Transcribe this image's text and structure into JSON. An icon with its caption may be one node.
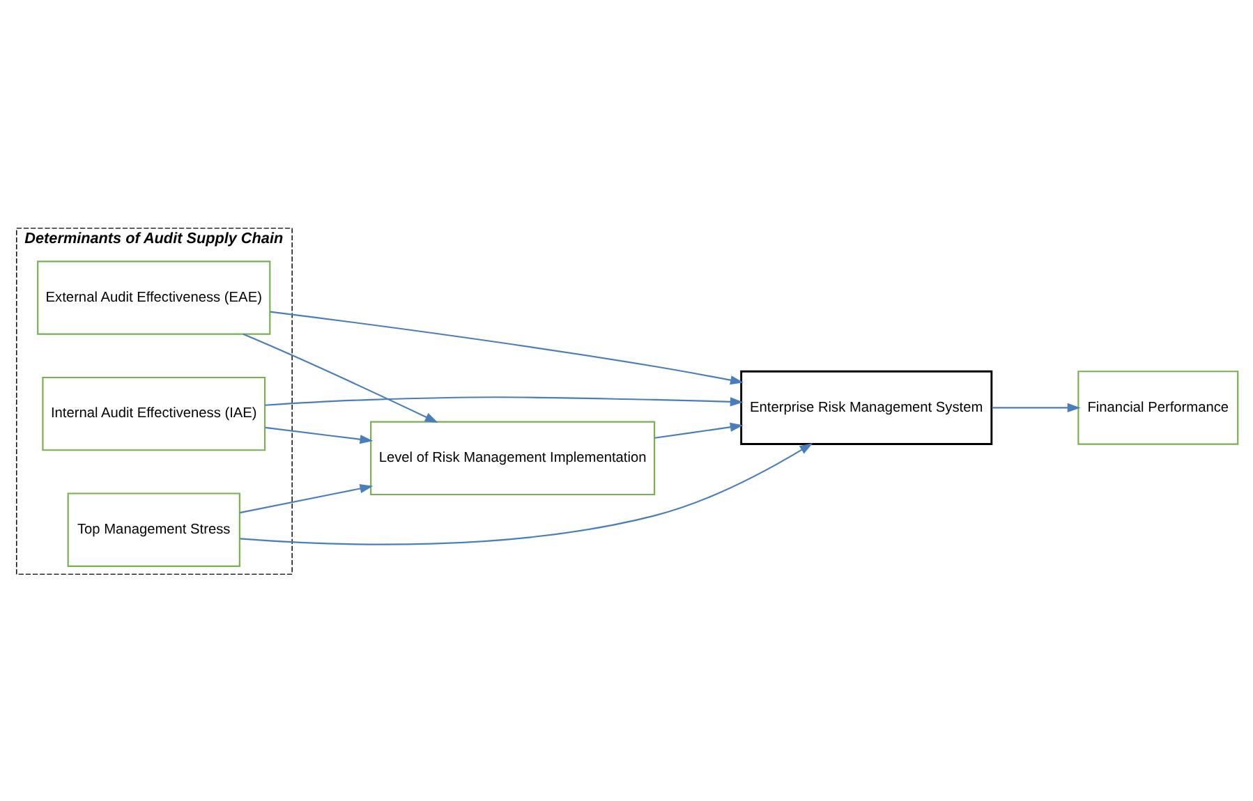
{
  "diagram": {
    "nodes": [
      {
        "text": [
          "Determinants of Audit Supply Chain"
        ]
      },
      {
        "text": [
          "External Audit Effectiveness (EAE)"
        ],
        "in": 0
      },
      {
        "text": [
          "Internal Audit Effectiveness (IAE)"
        ],
        "in": 0
      },
      {
        "text": [
          "Top Management Stress"
        ],
        "in": 0
      },
      {
        "text": [
          "Level of Risk Management Implementation"
        ]
      },
      {
        "text": [
          "Enterprise Risk Management System"
        ]
      },
      {
        "text": [
          "Financial Performance"
        ]
      }
    ],
    "edges": [
      {
        "from": 1,
        "to": 4,
        "arrow": "to"
      },
      {
        "from": 1,
        "to": 5,
        "arrow": "to"
      },
      {
        "from": 2,
        "to": 4,
        "arrow": "to"
      },
      {
        "from": 2,
        "to": 5,
        "arrow": "to"
      },
      {
        "from": 3,
        "to": 4,
        "arrow": "to"
      },
      {
        "from": 3,
        "to": 5,
        "arrow": "to"
      },
      {
        "from": 4,
        "to": 5,
        "arrow": "to"
      },
      {
        "from": 5,
        "to": 6,
        "arrow": "to"
      }
    ]
  }
}
